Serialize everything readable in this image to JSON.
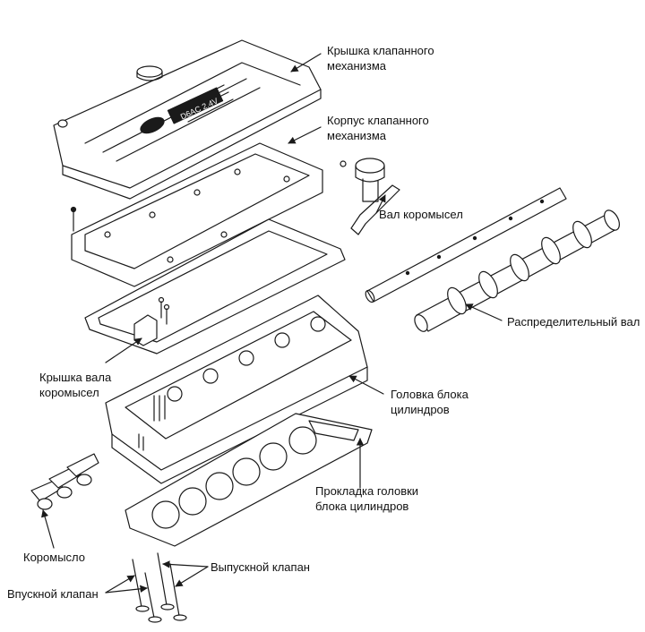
{
  "labels": {
    "valve_cover": [
      "Крышка клапанного",
      "механизма"
    ],
    "valve_body": [
      "Корпус клапанного",
      "механизма"
    ],
    "rocker_shaft": "Вал коромысел",
    "camshaft": "Распределительный вал",
    "rocker_shaft_cap": [
      "Крышка вала",
      "коромысел"
    ],
    "cylinder_head": [
      "Головка блока",
      "цилиндров"
    ],
    "head_gasket": [
      "Прокладка головки",
      "блока цилиндров"
    ],
    "rocker_arm": "Коромысло",
    "exhaust_valve": "Выпускной клапан",
    "intake_valve": "Впускной клапан"
  },
  "cover_badge": "D6AC 2.4V",
  "colors": {
    "line": "#1a1a1a",
    "background": "#ffffff"
  }
}
